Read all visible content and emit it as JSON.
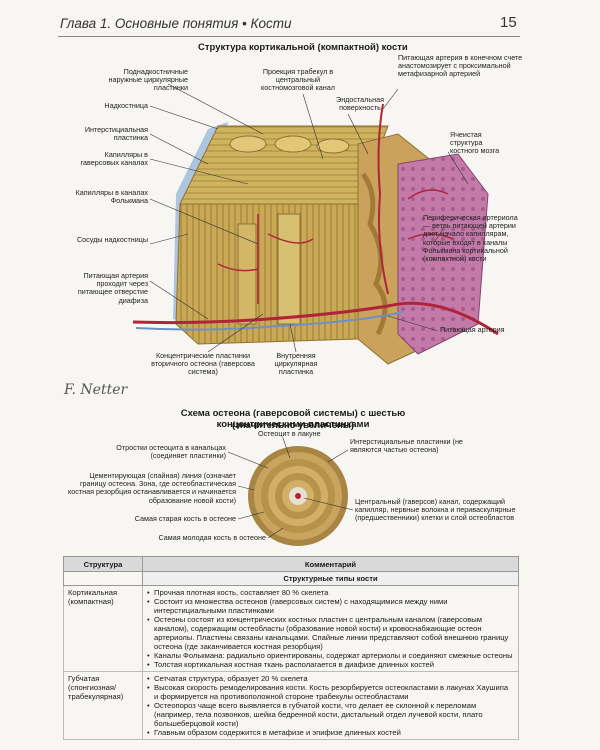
{
  "header": {
    "chapter": "Глава 1. Основные понятия  •  Кости",
    "page_number": "15"
  },
  "figure1": {
    "title": "Структура кортикальной (компактной) кости",
    "labels": {
      "l1": "Поднадкостничные наружные циркулярные пластинки",
      "l2": "Надкостница",
      "l3": "Интерстициальная пластинка",
      "l4": "Капилляры в гаверсовых каналах",
      "l5": "Капилляры в каналах Фолькмана",
      "l6": "Сосуды надкостницы",
      "l7": "Питающая артерия проходит через питающее отверстие диафиза",
      "t1": "Проекция трабекул в центральный костномозговой канал",
      "t2": "Эндостальная поверхность",
      "t3": "Питающая артерия в конечном счете анастомозирует с проксимальной метафизарной артерией",
      "r1": "Ячеистая структура костного мозга",
      "r2": "Периферическая артериола — ветвь питающей артерии дает начало капиллярам, которые входят в каналы Фолькмана кортикальной (компактной) кости",
      "r3": "Питающая артерия",
      "b1": "Концентрические пластинки вторичного остеона (гаверсова система)",
      "b2": "Внутренняя циркулярная пластинка"
    },
    "signature": "F. Netter"
  },
  "figure2": {
    "title": "Схема остеона (гаверсовой системы) с шестью концентрическими пластинками",
    "subtitle": "(значительно увеличены)",
    "labels": {
      "a": "Остеоцит в лакуне",
      "b": "Отростки остеоцита в канальцах (соединяет пластинки)",
      "c": "Цементирующая (спайная) линия (означает границу остеона. Зона, где остеобластическая костная резорбция останавливается и начинается образование новой кости)",
      "d": "Самая старая кость в остеоне",
      "e": "Самая молодая кость в остеоне",
      "f": "Интерстициальные пластинки (не являются частью остеона)",
      "g": "Центральный (гаверсов) канал, содержащий капилляр, нервные волокна и периваскулярные (предшественники) клетки и слой остеобластов"
    },
    "colors": {
      "lamella": "#c8a45e",
      "lamella_dark": "#a98543",
      "canal": "#e7e1d3",
      "vessel": "#b0243a"
    }
  },
  "table": {
    "col_structure": "Структура",
    "col_comment": "Комментарий",
    "section": "Структурные типы кости",
    "rows": [
      {
        "structure": "Кортикальная (компактная)",
        "items": [
          "Прочная плотная кость, составляет 80 % скелета",
          "Состоит из множества остеонов (гаверсовых систем) с находящимися между ними интерстициальными пластинками",
          "Остеоны состоят из концентрических костных пластин с центральным каналом (гаверсовым каналом), содержащим остеобласты (образование новой кости) и кровоснабжающие остеон артериолы. Пластины связаны канальцами. Спайные линии представляют собой внешнюю границу остеона (где заканчивается костная резорбция)",
          "Каналы Фолькмана: радиально ориентированы, содержат артериолы и соединяют смежные остеоны",
          "Толстая кортикальная костная ткань располагается в диафизе длинных костей"
        ]
      },
      {
        "structure": "Губчатая (спонгиозная/ трабекулярная)",
        "items": [
          "Сетчатая структура, образует 20 % скелета",
          "Высокая скорость ремоделирования кости. Кость резорбируется остеокластами в лакунах Хаушипа и формируется на противоположной стороне трабекулы остеобластами",
          "Остеопороз чаще всего выявляется в губчатой кости, что делает ее склонной к переломам (например, тела позвонков, шейка бедренной кости, дистальный отдел лучевой кости, плато большеберцовой кости)",
          "Главным образом содержится в метафизе и эпифизе длинных костей"
        ]
      }
    ]
  }
}
